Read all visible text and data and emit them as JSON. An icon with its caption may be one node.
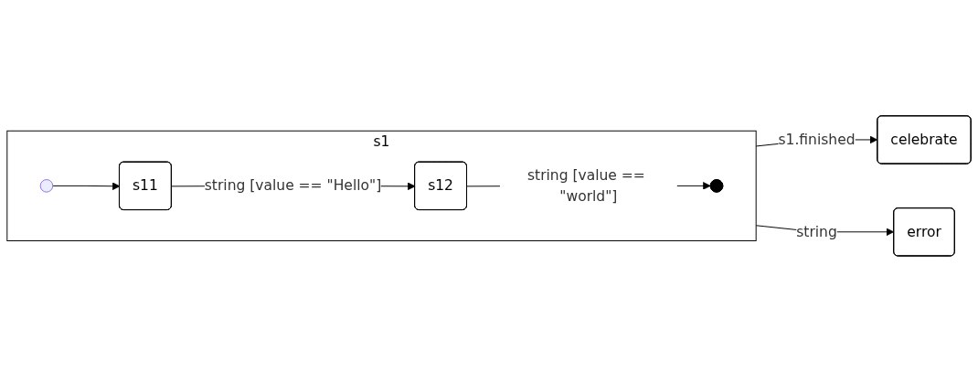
{
  "diagram": {
    "nodes": [
      {
        "text": [
          "s1"
        ]
      },
      {
        "text": [],
        "shape": "circle",
        "in": 0
      },
      {
        "text": [
          "s11"
        ],
        "in": 0
      },
      {
        "text": [
          "s12"
        ],
        "in": 0
      },
      {
        "text": [],
        "shape": "circle",
        "in": 0
      },
      {
        "text": [
          "celebrate"
        ]
      },
      {
        "text": [
          "error"
        ]
      }
    ],
    "edges": [
      {
        "from": 1,
        "to": 2,
        "arrow": "to"
      },
      {
        "from": 2,
        "to": 3,
        "arrow": "to",
        "label": "string [value == \"Hello\"]"
      },
      {
        "from": 3,
        "to": 4,
        "arrow": "to",
        "label": "string [value == \"world\"]"
      },
      {
        "from": 0,
        "to": 5,
        "arrow": "to",
        "label": "s1.finished"
      },
      {
        "from": 0,
        "to": 6,
        "arrow": "to",
        "label": "string"
      }
    ]
  }
}
